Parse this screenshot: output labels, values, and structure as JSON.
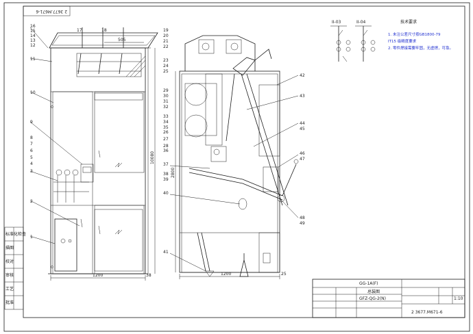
{
  "drawing_number_rotated": "2 3677.M671-6",
  "drawing_number": "2 3677.M671-6",
  "title_block": {
    "model": "GG-1A(F)",
    "title": "总装图",
    "subtitle": "GFZ-QG-2(N)",
    "scale": "1:10"
  },
  "tech_requirements": {
    "heading": "技术要求",
    "item1_line1": "1. 未注公差尺寸按GB1800-79",
    "item1_line2": "IT15 级精度要求",
    "item2": "2. 零件焊接需要牢固，无虚焊，可靠。"
  },
  "scheme_labels": [
    "II-03",
    "II-04"
  ],
  "dimensions": {
    "front_width": "1200",
    "front_depth": "38",
    "top_pitch": "505",
    "side_height": "2800",
    "side_width": "1200",
    "side_depth": "25",
    "left_height": "10080"
  },
  "left_callouts": [
    "16",
    "15",
    "14",
    "13",
    "12",
    "11",
    "10",
    "9",
    "8",
    "7",
    "6",
    "5",
    "4",
    "3",
    "2",
    "1"
  ],
  "top_callouts": [
    "17",
    "18"
  ],
  "right_front_callouts": [
    "19",
    "20",
    "21",
    "22",
    "23",
    "24",
    "25",
    "26",
    "27",
    "28"
  ],
  "side_left_callouts": [
    "29",
    "30",
    "31",
    "32",
    "33",
    "34",
    "35",
    "36",
    "37",
    "38",
    "39",
    "40",
    "41"
  ],
  "side_right_callouts": [
    "42",
    "43",
    "44",
    "45",
    "46",
    "47",
    "48",
    "49"
  ],
  "left_table_rows": [
    "标准化检查",
    "描图",
    "校对",
    "审核",
    "工艺",
    "批准"
  ]
}
